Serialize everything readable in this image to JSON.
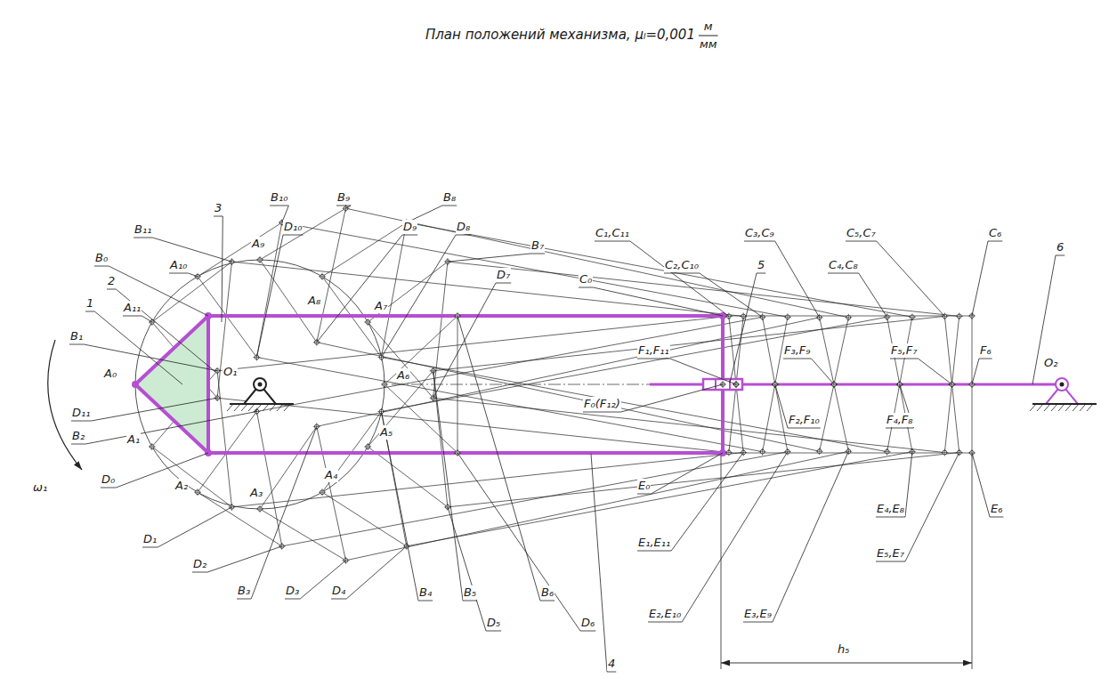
{
  "diagram": {
    "title": "План положений механизма, μₗ=0,001",
    "labels": [
      "м",
      "мм",
      "B₁₀",
      "B₉",
      "B₈",
      "D₁₀",
      "D₉",
      "D₈",
      "B₁₁",
      "3",
      "B₇",
      "D₇",
      "B₀",
      "A₁₀",
      "A₉",
      "A₈",
      "A₇",
      "2",
      "1",
      "A₁₁",
      "O₁",
      "B₁",
      "A₀",
      "A₆",
      "D₁₁",
      "B₂",
      "A₁",
      "A₂",
      "A₃",
      "A₄",
      "A₅",
      "D₀",
      "D₁",
      "D₂",
      "B₃",
      "D₃",
      "D₄",
      "B₄",
      "B₅",
      "B₆",
      "D₅",
      "D₆",
      "4",
      "C₁,C₁₁",
      "C₃,C₉",
      "C₅,C₇",
      "C₆",
      "C₀",
      "C₂,C₁₀",
      "5",
      "C₄,C₈",
      "6",
      "F₁,F₁₁",
      "F₃,F₉",
      "F₅,F₇",
      "F₆",
      "O₂",
      "F₀(F₁₂)",
      "F₂,F₁₀",
      "F₄,F₈",
      "E₀",
      "E₁,E₁₁",
      "E₂,E₁₀",
      "E₃,E₉",
      "E₄,E₈",
      "E₅,E₇",
      "E₆",
      "h₅",
      "ω₁"
    ]
  }
}
